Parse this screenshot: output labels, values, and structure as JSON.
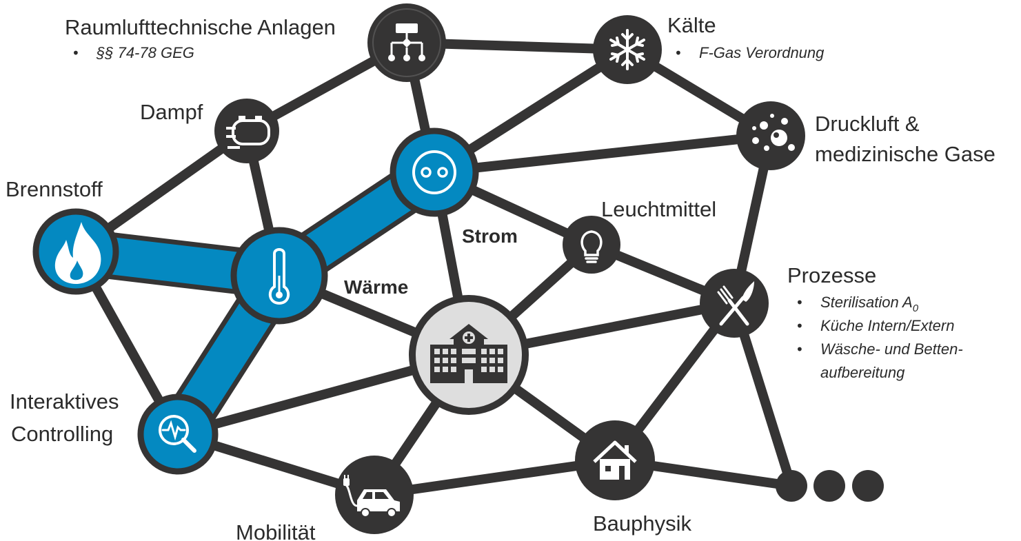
{
  "colors": {
    "dark": "#353434",
    "blue": "#0489C1",
    "center_fill": "#DEDEDE",
    "icon": "#ffffff"
  },
  "nodes": {
    "rlt": {
      "label": "Raumlufttechnische Anlagen",
      "bullets": [
        "§§ 74-78 GEG"
      ],
      "icon": "hierarchy-icon"
    },
    "kaelte": {
      "label": "Kälte",
      "bullets": [
        "F-Gas Verordnung"
      ],
      "icon": "snowflake-icon"
    },
    "dampf": {
      "label": "Dampf",
      "icon": "steam-tank-icon"
    },
    "druckluft": {
      "label_line1": "Druckluft &",
      "label_line2": "medizinische Gase",
      "icon": "bubbles-icon"
    },
    "brennstoff": {
      "label": "Brennstoff",
      "icon": "flame-icon"
    },
    "strom": {
      "label": "Strom",
      "icon": "socket-icon"
    },
    "leuchtmittel": {
      "label": "Leuchtmittel",
      "icon": "lightbulb-icon"
    },
    "waerme": {
      "label": "Wärme",
      "icon": "thermometer-icon"
    },
    "prozesse": {
      "label": "Prozesse",
      "bullets": [
        "Sterilisation A",
        "Küche Intern/Extern",
        "Wäsche- und Betten-",
        "aufbereitung"
      ],
      "subscript": "0",
      "icon": "fork-knife-icon"
    },
    "hospital": {
      "icon": "hospital-icon"
    },
    "controlling": {
      "label_line1": "Interaktives",
      "label_line2": "Controlling",
      "icon": "magnifier-pulse-icon"
    },
    "mobilitaet": {
      "label": "Mobilität",
      "icon": "electric-car-icon"
    },
    "bauphysik": {
      "label": "Bauphysik",
      "icon": "house-icon"
    },
    "more": {
      "icon": "ellipsis-dots"
    }
  },
  "bullet_char": "•"
}
